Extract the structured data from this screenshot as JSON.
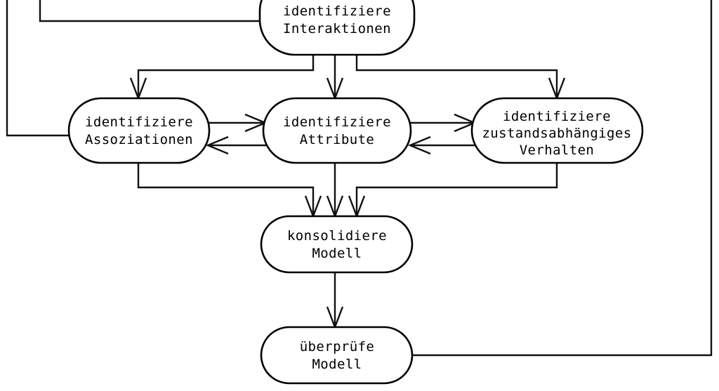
{
  "diagram": {
    "type": "flowchart",
    "language": "de",
    "stroke_color": "#111111",
    "node_fill": "#ffffff",
    "nodes": [
      {
        "id": "interaktionen",
        "lines": [
          "identifiziere",
          "Interaktionen"
        ],
        "line1": "identifiziere",
        "line2": "Interaktionen",
        "line3": ""
      },
      {
        "id": "assoziationen",
        "lines": [
          "identifiziere",
          "Assoziationen"
        ],
        "line1": "identifiziere",
        "line2": "Assoziationen",
        "line3": ""
      },
      {
        "id": "attribute",
        "lines": [
          "identifiziere",
          "Attribute"
        ],
        "line1": "identifiziere",
        "line2": "Attribute",
        "line3": ""
      },
      {
        "id": "verhalten",
        "lines": [
          "identifiziere",
          "zustandsabhängiges",
          "Verhalten"
        ],
        "line1": "identifiziere",
        "line2": "zustandsabhängiges",
        "line3": "Verhalten"
      },
      {
        "id": "konsolidiere",
        "lines": [
          "konsolidiere",
          "Modell"
        ],
        "line1": "konsolidiere",
        "line2": "Modell",
        "line3": ""
      },
      {
        "id": "ueberpruefe",
        "lines": [
          "überprüfe",
          "Modell"
        ],
        "line1": "überprüfe",
        "line2": "Modell",
        "line3": ""
      }
    ],
    "edges": [
      {
        "id": "interaktionen-to-assoziationen",
        "from": "interaktionen",
        "to": "assoziationen",
        "arrow": true
      },
      {
        "id": "interaktionen-to-attribute",
        "from": "interaktionen",
        "to": "attribute",
        "arrow": true
      },
      {
        "id": "interaktionen-to-verhalten",
        "from": "interaktionen",
        "to": "verhalten",
        "arrow": true
      },
      {
        "id": "assoziationen-to-attribute",
        "from": "assoziationen",
        "to": "attribute",
        "arrow": true
      },
      {
        "id": "attribute-to-assoziationen",
        "from": "attribute",
        "to": "assoziationen",
        "arrow": true
      },
      {
        "id": "attribute-to-verhalten",
        "from": "attribute",
        "to": "verhalten",
        "arrow": true
      },
      {
        "id": "verhalten-to-attribute",
        "from": "verhalten",
        "to": "attribute",
        "arrow": true
      },
      {
        "id": "assoziationen-to-konsolidiere",
        "from": "assoziationen",
        "to": "konsolidiere",
        "arrow": true
      },
      {
        "id": "attribute-to-konsolidiere",
        "from": "attribute",
        "to": "konsolidiere",
        "arrow": true
      },
      {
        "id": "verhalten-to-konsolidiere",
        "from": "verhalten",
        "to": "konsolidiere",
        "arrow": true
      },
      {
        "id": "konsolidiere-to-ueberpruefe",
        "from": "konsolidiere",
        "to": "ueberpruefe",
        "arrow": true
      },
      {
        "id": "interaktionen-left-outgoing",
        "from": "interaktionen",
        "to": "offscreen-top-left",
        "arrow": false
      },
      {
        "id": "assoziationen-left-outgoing",
        "from": "assoziationen",
        "to": "offscreen-top-left",
        "arrow": false
      },
      {
        "id": "ueberpruefe-right-outgoing",
        "from": "ueberpruefe",
        "to": "offscreen-top-right",
        "arrow": false
      }
    ]
  }
}
